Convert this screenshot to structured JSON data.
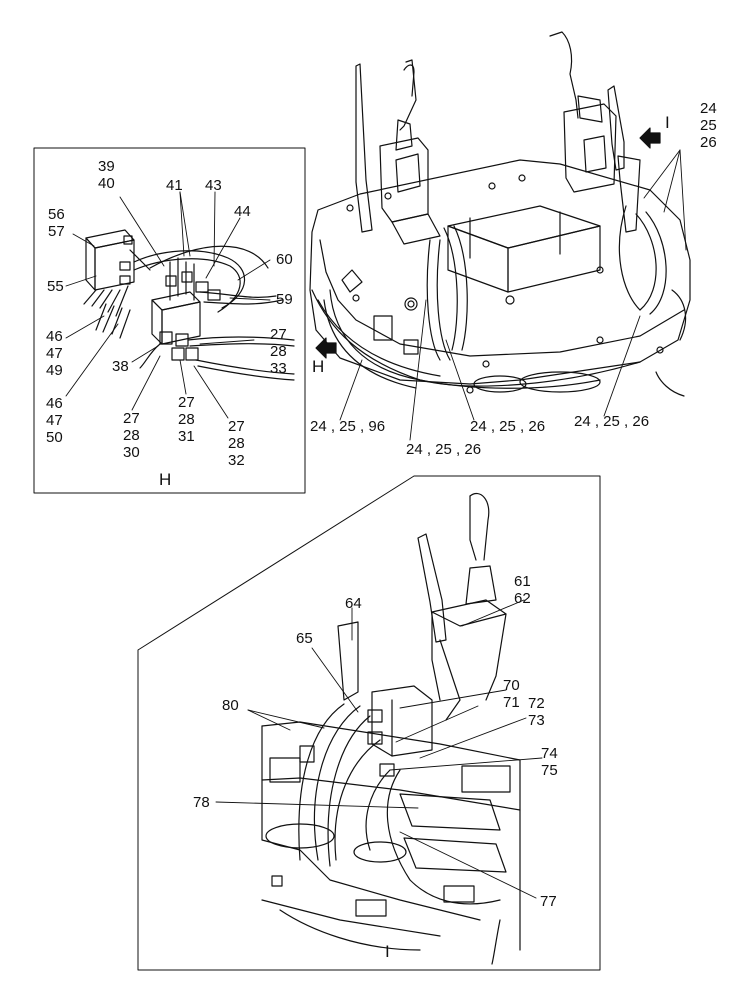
{
  "detail_h": {
    "view_letter": "H",
    "callouts": {
      "c_39_40": "39\n40",
      "c_41": "41",
      "c_43": "43",
      "c_56_57": "56\n57",
      "c_44": "44",
      "c_60": "60",
      "c_55": "55",
      "c_59": "59",
      "c_46_47_49": "46\n47\n49",
      "c_27_28_33": "27\n28\n33",
      "c_38": "38",
      "c_46_47_50": "46\n47\n50",
      "c_27_28_30": "27\n28\n30",
      "c_27_28_31": "27\n28\n31",
      "c_27_28_32": "27\n28\n32"
    }
  },
  "main_view": {
    "arrow_h": "H",
    "arrow_i": "I",
    "callouts": {
      "c_24_25_26_top": "24\n25\n26",
      "c_24_25_96": "24 , 25 , 96",
      "c_24_25_26_a": "24 , 25 , 26",
      "c_24_25_26_b": "24 , 25 , 26",
      "c_24_25_26_c": "24 , 25 , 26"
    }
  },
  "detail_i": {
    "view_letter": "I",
    "callouts": {
      "c_61_62": "61\n62",
      "c_64": "64",
      "c_65": "65",
      "c_70_71": "70\n71",
      "c_72_73": "72\n73",
      "c_80": "80",
      "c_74_75": "74\n75",
      "c_78": "78",
      "c_77": "77"
    }
  }
}
